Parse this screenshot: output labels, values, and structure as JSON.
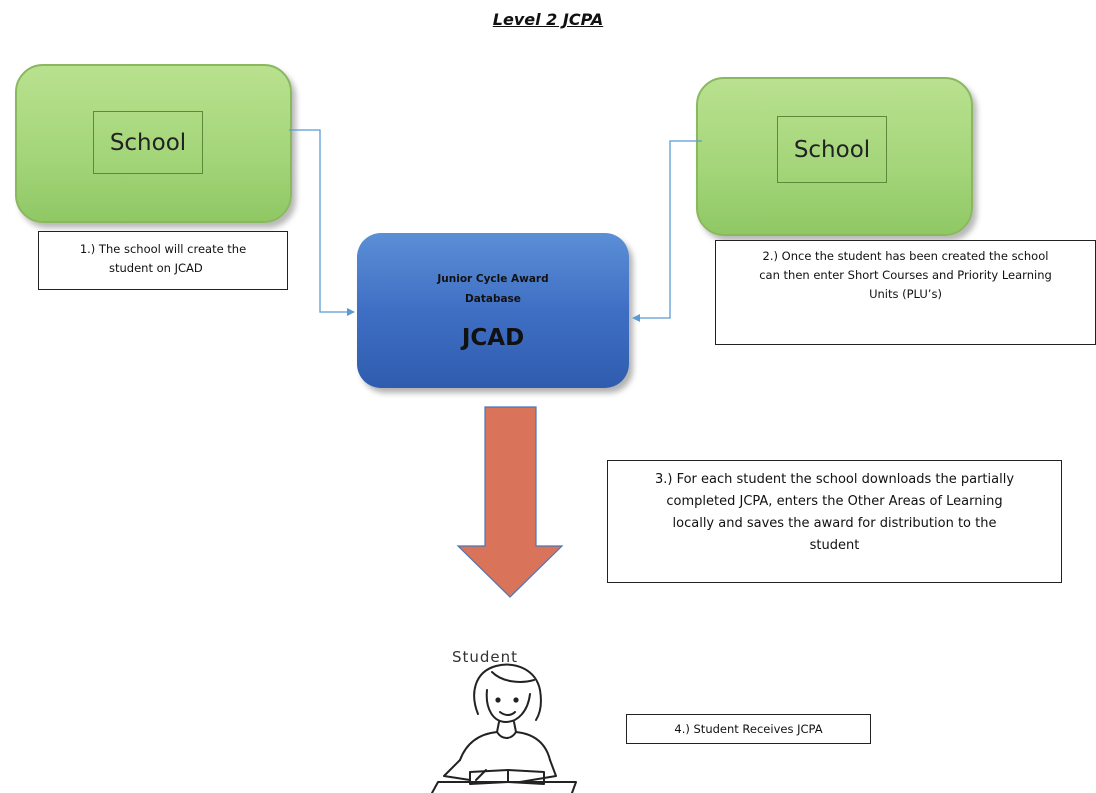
{
  "title": "Level 2 JCPA",
  "school_left": {
    "label": "School"
  },
  "school_right": {
    "label": "School"
  },
  "jcad": {
    "subtitle_line1": "Junior Cycle Award",
    "subtitle_line2": "Database",
    "name": "JCAD"
  },
  "notes": {
    "step1_line1": "1.)  The school will create the",
    "step1_line2": "student on JCAD",
    "step2_line1": "2.) Once the student has been created the school",
    "step2_line2": "can then enter Short Courses and Priority Learning",
    "step2_line3": "Units (PLU’s)",
    "step3_line1": "3.) For each student the school downloads the partially",
    "step3_line2": "completed JCPA, enters the Other Areas of Learning",
    "step3_line3": "locally and saves the award for distribution to the",
    "step3_line4": "student",
    "step4": "4.) Student Receives JCPA"
  },
  "student": {
    "label": "Student"
  },
  "colors": {
    "school_green": "#a5d67b",
    "jcad_blue": "#3f6fc4",
    "arrow_orange": "#d9735a",
    "connector_blue": "#5b9bd5"
  }
}
